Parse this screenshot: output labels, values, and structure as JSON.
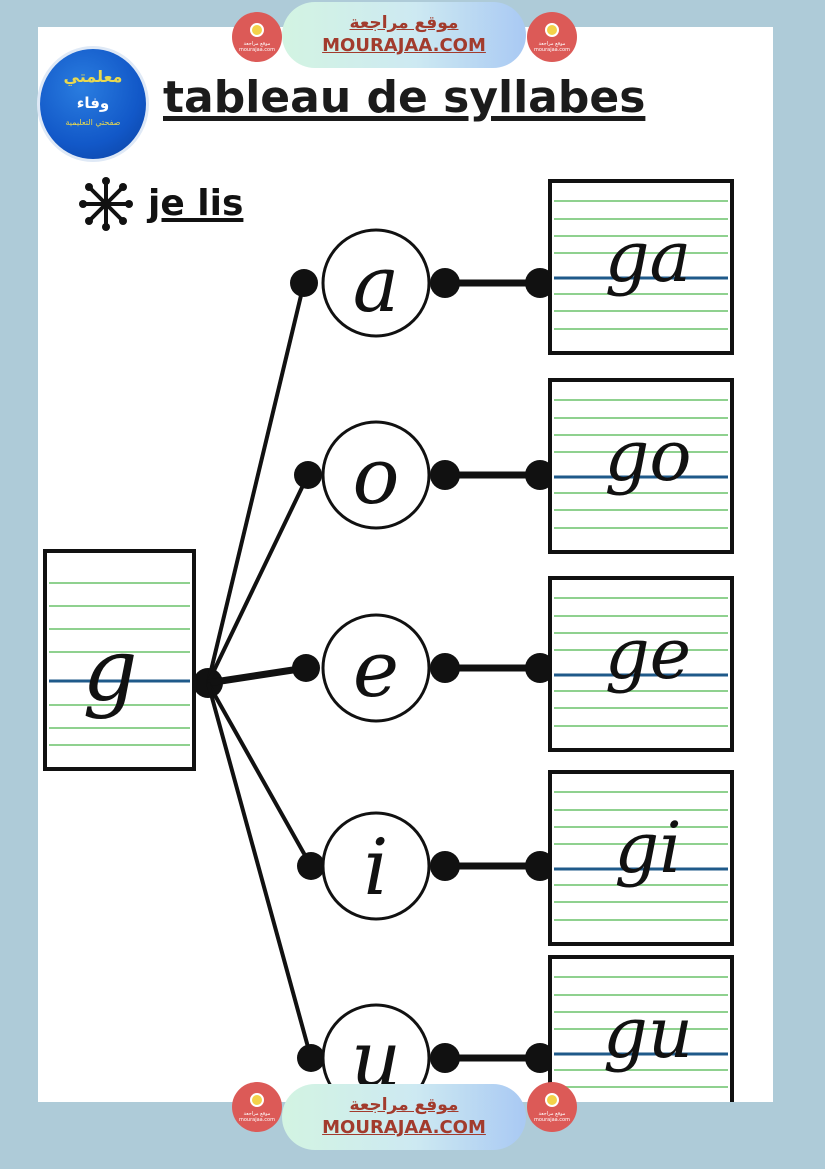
{
  "banner_top": {
    "arabic": "موقع مراجعة",
    "site": "MOURAJAA.COM"
  },
  "banner_bottom": {
    "arabic": "موقع مراجعة",
    "site": "MOURAJAA.COM"
  },
  "badge_text": "موقع مراجعة mourajaa.com",
  "logo": {
    "line1": "معلمتي",
    "line2": "وفاء",
    "line3": "صفحتي التعليمية"
  },
  "title": "tableau de syllabes",
  "subtitle": "je lis",
  "consonant": "g",
  "vowels": [
    "a",
    "o",
    "e",
    "i",
    "u"
  ],
  "syllables": [
    "ga",
    "go",
    "ge",
    "gi",
    "gu"
  ],
  "colors": {
    "background": "#aecbd8",
    "line_green": "#8fd18f",
    "line_blue": "#1f5a8a",
    "brand_red": "#a23b2d"
  }
}
